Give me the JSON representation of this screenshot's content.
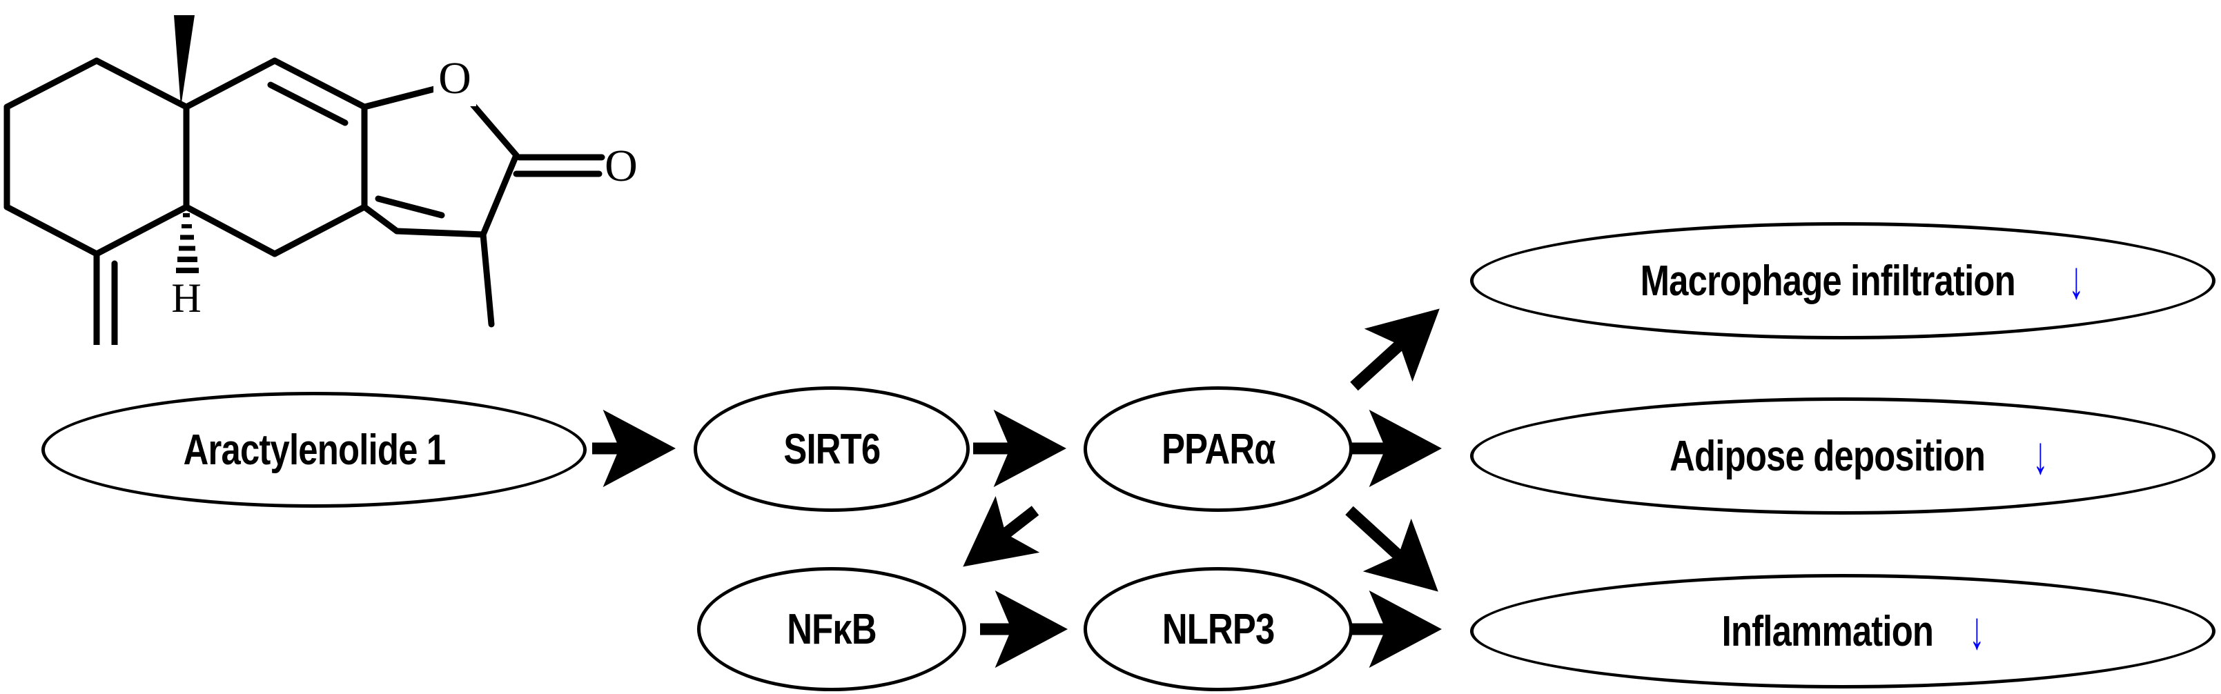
{
  "figure": {
    "type": "signaling-pathway-diagram",
    "background_color": "#ffffff",
    "line_color": "#000000",
    "decrease_arrow_color": "#0000ff"
  },
  "structure": {
    "name": "atractylenolide-structure",
    "caption": "",
    "atom_labels": {
      "ring_oxygen": "O",
      "carbonyl_oxygen": "O",
      "stereo_hydrogen": "H"
    }
  },
  "nodes": {
    "compound": {
      "label": "Aractylenolide 1"
    },
    "sirt6": {
      "label": "SIRT6"
    },
    "ppara": {
      "label": "PPARα"
    },
    "nfkb": {
      "label": "NFκB"
    },
    "nlrp3": {
      "label": "NLRP3"
    },
    "macrophage": {
      "label": "Macrophage infiltration",
      "change": "↓"
    },
    "adipose": {
      "label": "Adipose deposition",
      "change": "↓"
    },
    "inflammation": {
      "label": "Inflammation",
      "change": "↓"
    }
  },
  "edges": [
    {
      "name": "compound-to-sirt6",
      "from": "compound",
      "to": "sirt6",
      "style": "straight-right"
    },
    {
      "name": "sirt6-to-ppara",
      "from": "sirt6",
      "to": "ppara",
      "style": "straight-right"
    },
    {
      "name": "sirt6-to-nfkb",
      "from": "sirt6",
      "to": "nfkb",
      "style": "diagonal-down-left"
    },
    {
      "name": "ppara-to-macrophage",
      "from": "ppara",
      "to": "macrophage",
      "style": "diagonal-up-right"
    },
    {
      "name": "ppara-to-adipose",
      "from": "ppara",
      "to": "adipose",
      "style": "straight-right"
    },
    {
      "name": "ppara-to-inflammation",
      "from": "ppara",
      "to": "inflammation",
      "style": "diagonal-down-right"
    },
    {
      "name": "nfkb-to-nlrp3",
      "from": "nfkb",
      "to": "nlrp3",
      "style": "straight-right"
    },
    {
      "name": "nlrp3-to-inflammation",
      "from": "nlrp3",
      "to": "inflammation",
      "style": "straight-right"
    }
  ]
}
